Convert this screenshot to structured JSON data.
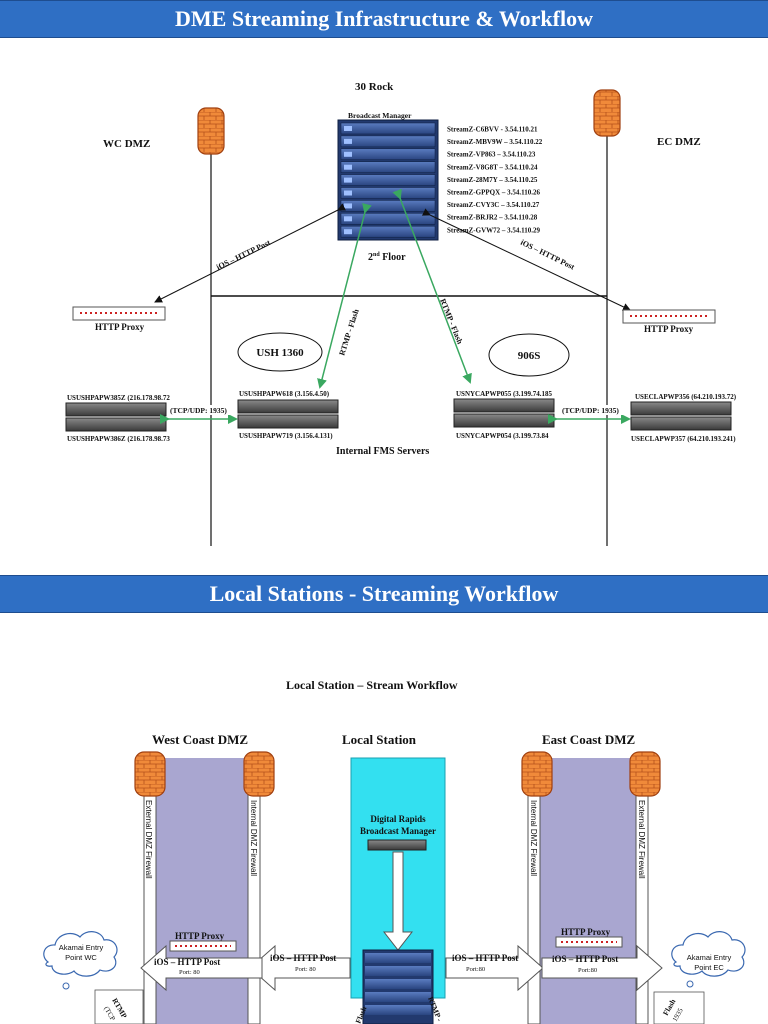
{
  "slide1": {
    "title": "DME Streaming Infrastructure & Workflow",
    "location_30rock": "30 Rock",
    "broadcast_manager": "Broadcast Manager",
    "wc_dmz": "WC DMZ",
    "ec_dmz": "EC DMZ",
    "stream_servers": [
      "StreamZ-C6BVV  - 3.54.110.21",
      "StreamZ-MBV9W – 3.54.110.22",
      "StreamZ-VP863 – 3.54.110.23",
      "StreamZ-V8G8T – 3.54.110.24",
      "StreamZ-28M7Y – 3.54.110.25",
      "StreamZ-GPPQX – 3.54.110.26",
      "StreamZ-CVY3C – 3.54.110.27",
      "StreamZ-BRJR2 – 3.54.110.28",
      "StreamZ-GVW72 – 3.54.110.29"
    ],
    "floor_label": "2nd Floor",
    "ios_http_post_left": "iOS – HTTP Post",
    "ios_http_post_right": "iOS – HTTP Post",
    "http_proxy_left": "HTTP Proxy",
    "http_proxy_right": "HTTP Proxy",
    "rtmp_flash_left": "RTMP - Flash",
    "rtmp_flash_right": "RTMP - Flash",
    "ush_label": "USH 1360",
    "site_906s": "906S",
    "server_left_1": "USUSHPAPW385Z (216.178.98.72",
    "server_left_2": "USUSHPAPW386Z (216.178.98.73",
    "tcp_udp_left": "(TCP/UDP: 1935)",
    "server_mid_left_1": "USUSHPAPW618 (3.156.4.50)",
    "server_mid_left_2": "USUSHPAPW719 (3.156.4.131)",
    "server_mid_right_1": "USNYCAPWP055 (3.199.74.185",
    "server_mid_right_2": "USNYCAPWP054 (3.199.73.84",
    "tcp_udp_right": "(TCP/UDP: 1935)",
    "server_right_1": "USECLAPWP356 (64.210.193.72)",
    "server_right_2": "USECLAPWP357 (64.210.193.241)",
    "internal_fms": "Internal FMS Servers"
  },
  "slide2": {
    "title": "Local Stations  - Streaming Workflow",
    "diagram_title": "Local Station – Stream Workflow",
    "west_coast_dmz": "West Coast DMZ",
    "local_station": "Local Station",
    "east_coast_dmz": "East Coast DMZ",
    "digital_rapids_1": "Digital Rapids",
    "digital_rapids_2": "Broadcast Manager",
    "external_dmz_firewall": "External DMZ Firewall",
    "internal_dmz_firewall": "Internal DMZ Firewall",
    "http_proxy_left": "HTTP Proxy",
    "http_proxy_right": "HTTP Proxy",
    "ios_http_post": "iOS – HTTP Post",
    "port80": "Port: 80",
    "port80b": "Port:80",
    "akamai_wc_1": "Akamai Entry",
    "akamai_wc_2": "Point WC",
    "akamai_ec_1": "Akamai Entry",
    "akamai_ec_2": "Point EC",
    "rtmp_frag": "RTMP",
    "tcp_frag": "(TCP",
    "flash_frag": "Flash",
    "rtmp_frag2": "RTMP -",
    "flash_frag2": "Flash",
    "port1935_frag": "1935"
  },
  "colors": {
    "banner": "#2f6fc4",
    "dmz_zone": "#a9a6d0",
    "local_zone": "#33e0f0",
    "rtmp_arrow": "#3aa860",
    "firewall": "#f08030",
    "server_blue": "#3c5a9c"
  }
}
